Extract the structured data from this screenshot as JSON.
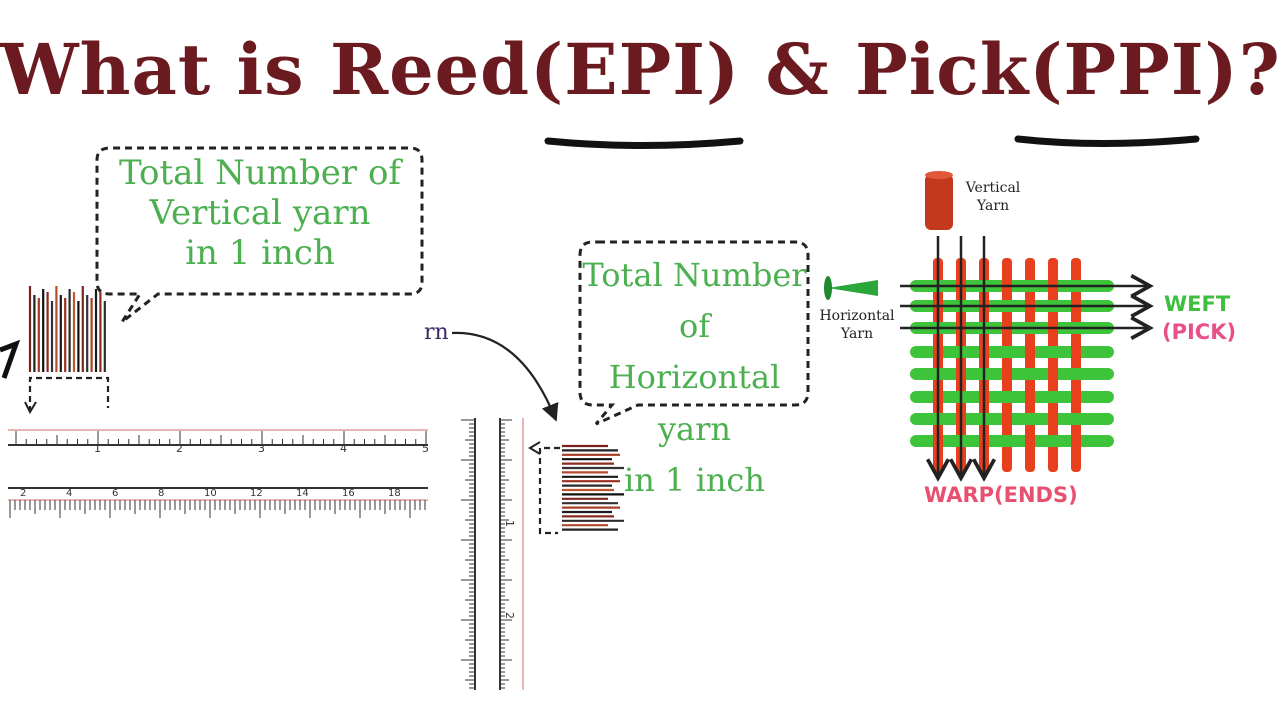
{
  "title": {
    "prefix": "What is Reed",
    "epi": "(EPI)",
    "middle": " & Pick",
    "ppi": "(PPI)",
    "suffix": "?"
  },
  "epi_bubble": {
    "line1": "Total Number of",
    "line2": "Vertical yarn",
    "line3": "in 1 inch"
  },
  "ppi_bubble": {
    "line1": "Total Number of",
    "line2": "Horizontal yarn",
    "line3": "in 1 inch"
  },
  "partial_text": "rn",
  "ruler_top": {
    "ticks": [
      "1",
      "2",
      "3",
      "4",
      "5"
    ]
  },
  "ruler_bottom": {
    "ticks": [
      "2",
      "4",
      "6",
      "8",
      "10",
      "12",
      "14",
      "16",
      "18"
    ]
  },
  "ruler_vertical": {
    "ticks": [
      "1",
      "2"
    ]
  },
  "weave": {
    "vertical_yarn_label": "Vertical\nYarn",
    "horizontal_yarn_label": "Horizontal\nYarn",
    "weft_label": "WEFT",
    "pick_label": "(PICK)",
    "warp_label": "WARP(ENDS)",
    "colors": {
      "warp": "#e8401c",
      "weft": "#3ec43a",
      "cone_green": "#2aa63a",
      "cone_red": "#c4391d",
      "weft_text": "#3fbf3f",
      "pick_text": "#e8508a",
      "warp_text": "#e85070"
    }
  }
}
